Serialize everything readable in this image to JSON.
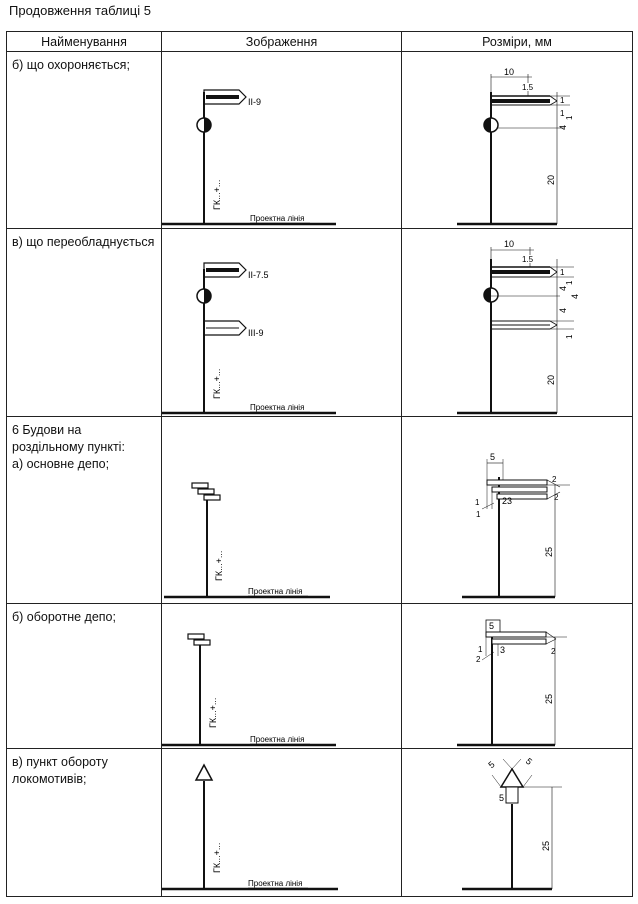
{
  "caption": "Продовження таблиці 5",
  "headers": [
    "Найменування",
    "Зображення",
    "Розміри, мм"
  ],
  "common": {
    "line_label": "Проектна лінія",
    "km_label": "ГК...+..."
  },
  "rows": [
    {
      "name": "б) що охороняється;",
      "flag1": "ІІ-9",
      "dims": {
        "d10": "10",
        "d15": "1.5",
        "d1a": "1",
        "d1b": "1",
        "d4": "4",
        "d1c": "1",
        "d20": "20"
      }
    },
    {
      "name": "в) що переобладнується",
      "flag1": "ІІ-7.5",
      "flag2": "ІІІ-9",
      "dims": {
        "d10": "10",
        "d15": "1.5",
        "d1a": "1",
        "d4a": "4",
        "d4b": "4",
        "d1b": "1",
        "d4c": "4",
        "d1c": "1",
        "d20": "20"
      }
    },
    {
      "name": "6 Будови на роздільному пункті:",
      "sub": "а) основне депо;",
      "dims": {
        "d5": "5",
        "d2a": "2",
        "d2b": "2",
        "d1a": "1",
        "d23": "23",
        "d1b": "1",
        "d25": "25"
      }
    },
    {
      "name": "б) оборотне депо;",
      "dims": {
        "d5": "5",
        "d2": "2",
        "d1": "1",
        "d2b": "2",
        "d3": "3",
        "d25": "25"
      }
    },
    {
      "name": "в) пункт обороту локомотивів;",
      "dims": {
        "d5a": "5",
        "d5b": "5",
        "d5c": "5",
        "d25": "25"
      }
    }
  ]
}
